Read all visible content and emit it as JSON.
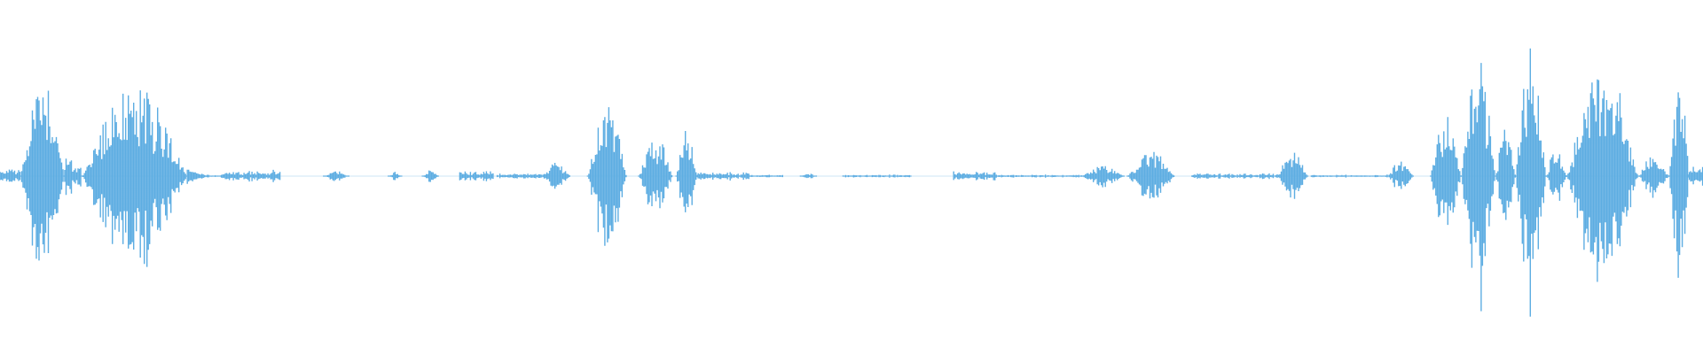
{
  "waveform": {
    "color": "#5dade2",
    "background": "#ffffff",
    "amplitude_scale": 1.0,
    "duration_units": 1000,
    "segments": [
      {
        "t0": 0,
        "t1": 12,
        "peak": 0.06,
        "shape": "noise"
      },
      {
        "t0": 12,
        "t1": 38,
        "peak": 0.72,
        "shape": "burst"
      },
      {
        "t0": 38,
        "t1": 48,
        "peak": 0.12,
        "shape": "noise"
      },
      {
        "t0": 48,
        "t1": 110,
        "peak": 0.62,
        "shape": "burst"
      },
      {
        "t0": 110,
        "t1": 130,
        "peak": 0.06,
        "shape": "decay"
      },
      {
        "t0": 130,
        "t1": 165,
        "peak": 0.04,
        "shape": "noise"
      },
      {
        "t0": 190,
        "t1": 205,
        "peak": 0.04,
        "shape": "blip"
      },
      {
        "t0": 228,
        "t1": 236,
        "peak": 0.03,
        "shape": "blip"
      },
      {
        "t0": 248,
        "t1": 258,
        "peak": 0.04,
        "shape": "blip"
      },
      {
        "t0": 270,
        "t1": 290,
        "peak": 0.04,
        "shape": "noise"
      },
      {
        "t0": 292,
        "t1": 318,
        "peak": 0.02,
        "shape": "noise"
      },
      {
        "t0": 318,
        "t1": 335,
        "peak": 0.09,
        "shape": "burst"
      },
      {
        "t0": 345,
        "t1": 368,
        "peak": 0.5,
        "shape": "burst"
      },
      {
        "t0": 375,
        "t1": 395,
        "peak": 0.26,
        "shape": "burst"
      },
      {
        "t0": 397,
        "t1": 410,
        "peak": 0.3,
        "shape": "burst"
      },
      {
        "t0": 410,
        "t1": 440,
        "peak": 0.03,
        "shape": "noise"
      },
      {
        "t0": 440,
        "t1": 460,
        "peak": 0.01,
        "shape": "noise"
      },
      {
        "t0": 470,
        "t1": 480,
        "peak": 0.02,
        "shape": "blip"
      },
      {
        "t0": 495,
        "t1": 535,
        "peak": 0.01,
        "shape": "noise"
      },
      {
        "t0": 560,
        "t1": 585,
        "peak": 0.03,
        "shape": "noise"
      },
      {
        "t0": 585,
        "t1": 635,
        "peak": 0.01,
        "shape": "noise"
      },
      {
        "t0": 635,
        "t1": 660,
        "peak": 0.07,
        "shape": "burst"
      },
      {
        "t0": 662,
        "t1": 690,
        "peak": 0.16,
        "shape": "burst"
      },
      {
        "t0": 700,
        "t1": 750,
        "peak": 0.02,
        "shape": "noise"
      },
      {
        "t0": 750,
        "t1": 768,
        "peak": 0.15,
        "shape": "burst"
      },
      {
        "t0": 770,
        "t1": 815,
        "peak": 0.01,
        "shape": "noise"
      },
      {
        "t0": 815,
        "t1": 830,
        "peak": 0.1,
        "shape": "burst"
      },
      {
        "t0": 840,
        "t1": 858,
        "peak": 0.45,
        "shape": "burst"
      },
      {
        "t0": 858,
        "t1": 878,
        "peak": 0.85,
        "shape": "burst"
      },
      {
        "t0": 878,
        "t1": 890,
        "peak": 0.3,
        "shape": "burst"
      },
      {
        "t0": 890,
        "t1": 908,
        "peak": 0.94,
        "shape": "burst"
      },
      {
        "t0": 908,
        "t1": 920,
        "peak": 0.2,
        "shape": "burst"
      },
      {
        "t0": 920,
        "t1": 962,
        "peak": 0.74,
        "shape": "burst"
      },
      {
        "t0": 962,
        "t1": 980,
        "peak": 0.14,
        "shape": "burst"
      },
      {
        "t0": 980,
        "t1": 992,
        "peak": 0.65,
        "shape": "burst"
      },
      {
        "t0": 992,
        "t1": 1000,
        "peak": 0.08,
        "shape": "noise"
      }
    ]
  }
}
